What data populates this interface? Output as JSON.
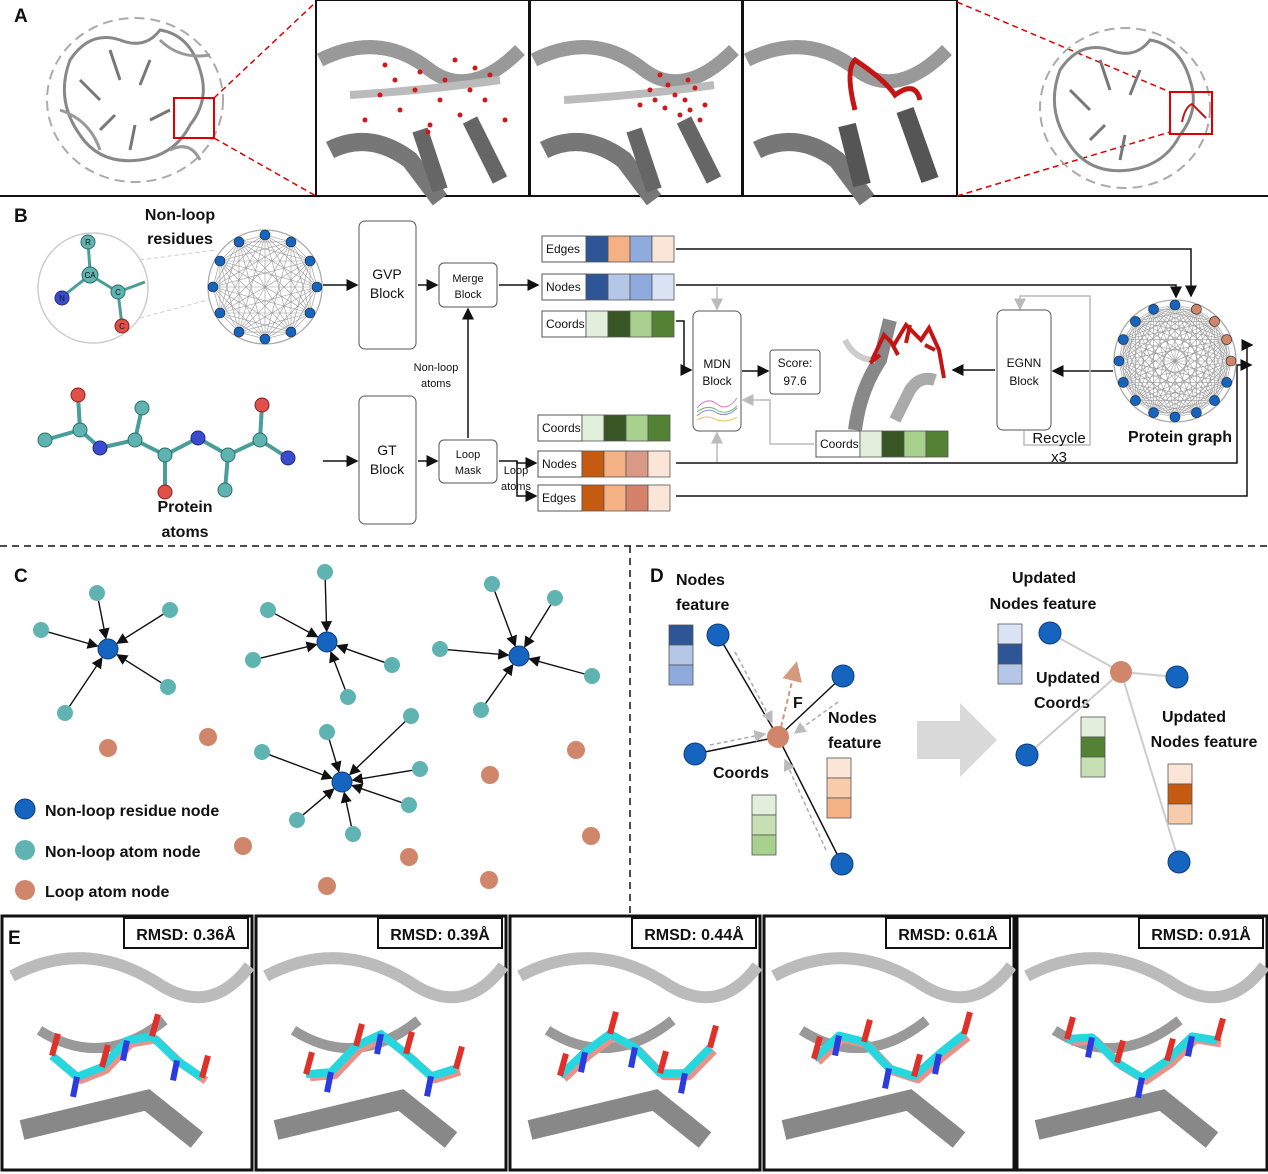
{
  "panels": {
    "a": {
      "letter": "A"
    },
    "b": {
      "letter": "B",
      "nonloop_residues": [
        "Non-loop",
        "residues"
      ],
      "protein_atoms": [
        "Protein",
        "atoms"
      ],
      "residue_atoms": {
        "r": "R",
        "ca": "CA",
        "n": "N",
        "c1": "C",
        "c2": "C"
      },
      "gvp_block": [
        "GVP",
        "Block"
      ],
      "gt_block": [
        "GT",
        "Block"
      ],
      "merge_block": [
        "Merge",
        "Block"
      ],
      "loop_mask": [
        "Loop",
        "Mask"
      ],
      "nonloop_atoms_label": [
        "Non-loop",
        "atoms"
      ],
      "loop_atoms_label": [
        "Loop",
        "atoms"
      ],
      "edges": "Edges",
      "nodes": "Nodes",
      "coords": "Coords",
      "mdn_block": [
        "MDN",
        "Block"
      ],
      "score": [
        "Score:",
        "97.6"
      ],
      "egnn_block": [
        "EGNN",
        "Block"
      ],
      "recycle": [
        "Recycle",
        "x3"
      ],
      "protein_graph": "Protein graph"
    },
    "c": {
      "letter": "C",
      "legend": [
        "Non-loop residue node",
        "Non-loop atom node",
        "Loop atom node"
      ]
    },
    "d": {
      "letter": "D",
      "nodes_feature": [
        "Nodes",
        "feature"
      ],
      "force": "F",
      "coords": "Coords",
      "nodes_feature_2": [
        "Nodes",
        "feature"
      ],
      "updated_nodes_feature": [
        "Updated",
        "Nodes feature"
      ],
      "updated_coords": [
        "Updated",
        "Coords"
      ],
      "updated_nodes_feature_2": [
        "Updated",
        "Nodes feature"
      ]
    },
    "e": {
      "letter": "E",
      "rmsd": [
        "RMSD: 0.36Å",
        "RMSD: 0.39Å",
        "RMSD: 0.44Å",
        "RMSD: 0.61Å",
        "RMSD: 0.91Å"
      ]
    }
  },
  "colors": {
    "nonloop_residue": "#1565c0",
    "nonloop_atom": "#5fb3b0",
    "loop_atom": "#d0866a",
    "loop_red": "#cc1f1f",
    "edge_blues": [
      "#2e5596",
      "#f4b183",
      "#8faadc",
      "#fbe5d6"
    ],
    "node_blues": [
      "#2e5596",
      "#b4c7e7",
      "#8faadc",
      "#dae3f3"
    ],
    "coord_greens": [
      "#e2efda",
      "#375623",
      "#a9d18e",
      "#548235"
    ],
    "loop_node_oranges": [
      "#c55a11",
      "#f4b183",
      "#d99a85",
      "#fbe5d6"
    ],
    "loop_edge_oranges": [
      "#c55a11",
      "#f4b183",
      "#d4836a",
      "#fbe5d6"
    ],
    "stick_cyan": "#26d7e0",
    "stick_pink": "#e8928a"
  }
}
